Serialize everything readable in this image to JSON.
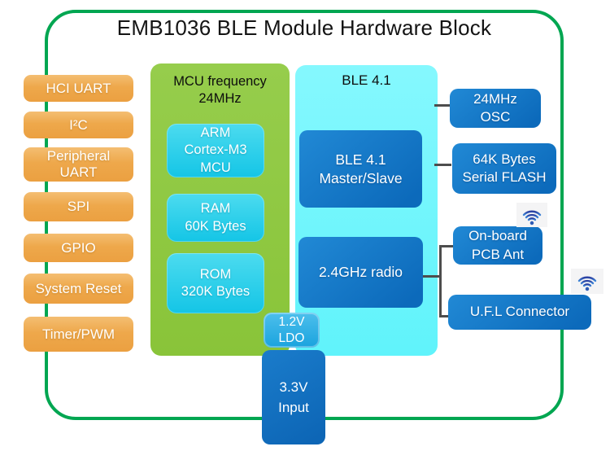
{
  "title": "EMB1036 BLE Module Hardware Block",
  "io_ports": [
    "HCI UART",
    "I²C",
    "Peripheral\nUART",
    "SPI",
    "GPIO",
    "System Reset",
    "Timer/PWM"
  ],
  "mcu_panel": {
    "title": "MCU frequency\n24MHz",
    "arm": "ARM\nCortex-M3\nMCU",
    "ram": "RAM\n60K Bytes",
    "rom": "ROM\n320K Bytes"
  },
  "ble_panel": {
    "title": "BLE 4.1",
    "master_slave": "BLE 4.1\nMaster/Slave",
    "radio": "2.4GHz radio"
  },
  "peripherals": {
    "osc": "24MHz\nOSC",
    "flash": "64K Bytes\nSerial FLASH",
    "pcb_ant": "On-board\nPCB Ant",
    "ufl": "U.F.L Connector"
  },
  "power": {
    "ldo": "1.2V\nLDO",
    "input": "3.3V\nInput"
  },
  "icons": {
    "antenna1": "wifi-signal-icon",
    "antenna2": "wifi-signal-icon"
  },
  "colors": {
    "frame_green": "#00A651",
    "io_orange": "#EEA84B",
    "mcu_green": "#8DC63F",
    "mem_cyan": "#1FCBE8",
    "ble_cyan": "#75F6FC",
    "block_blue": "#1173C5",
    "ldo_blue": "#2AA9E1",
    "line_gray": "#4D4D4D",
    "wifi_blue": "#2E5BB5"
  }
}
